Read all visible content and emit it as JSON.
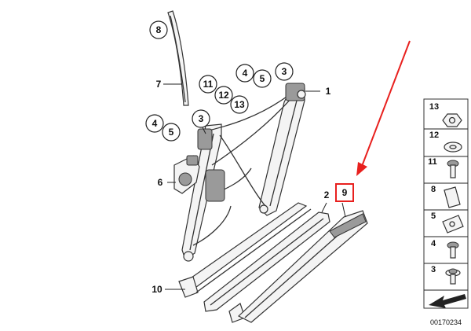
{
  "callouts": {
    "c1": "1",
    "c2": "2",
    "c3_top": "3",
    "c4_top": "4",
    "c5_top": "5",
    "c3_mid": "3",
    "c4_mid": "4",
    "c5_mid": "5",
    "c6": "6",
    "c7": "7",
    "c8": "8",
    "c9": "9",
    "c10": "10",
    "c11": "11",
    "c12": "12",
    "c13": "13"
  },
  "legend": {
    "rows": [
      "13",
      "12",
      "11",
      "8",
      "5",
      "4",
      "3"
    ]
  },
  "reference_number": "00170234",
  "highlight_color": "#e8201e"
}
